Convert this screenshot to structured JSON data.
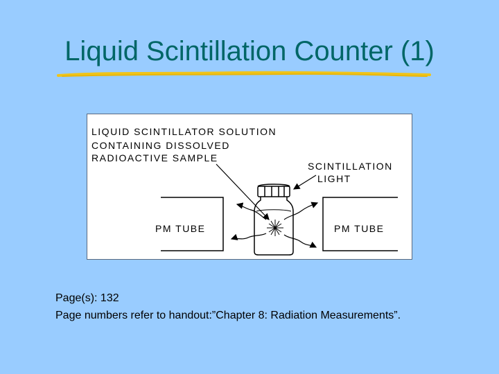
{
  "slide": {
    "title": "Liquid Scintillation Counter (1)",
    "title_color": "#006666",
    "underline_color": "#f0c419",
    "background_color": "#99ccff"
  },
  "figure": {
    "label_solution_1": "LIQUID SCINTILLATOR SOLUTION",
    "label_solution_2": "CONTAINING DISSOLVED",
    "label_solution_3": "RADIOACTIVE SAMPLE",
    "label_light_1": "SCINTILLATION",
    "label_light_2": "LIGHT",
    "label_pm_left": "PM TUBE",
    "label_pm_right": "PM TUBE"
  },
  "caption": {
    "line1": "Page(s): 132",
    "line2": "Page numbers refer to handout:”Chapter 8: Radiation Measurements”."
  }
}
